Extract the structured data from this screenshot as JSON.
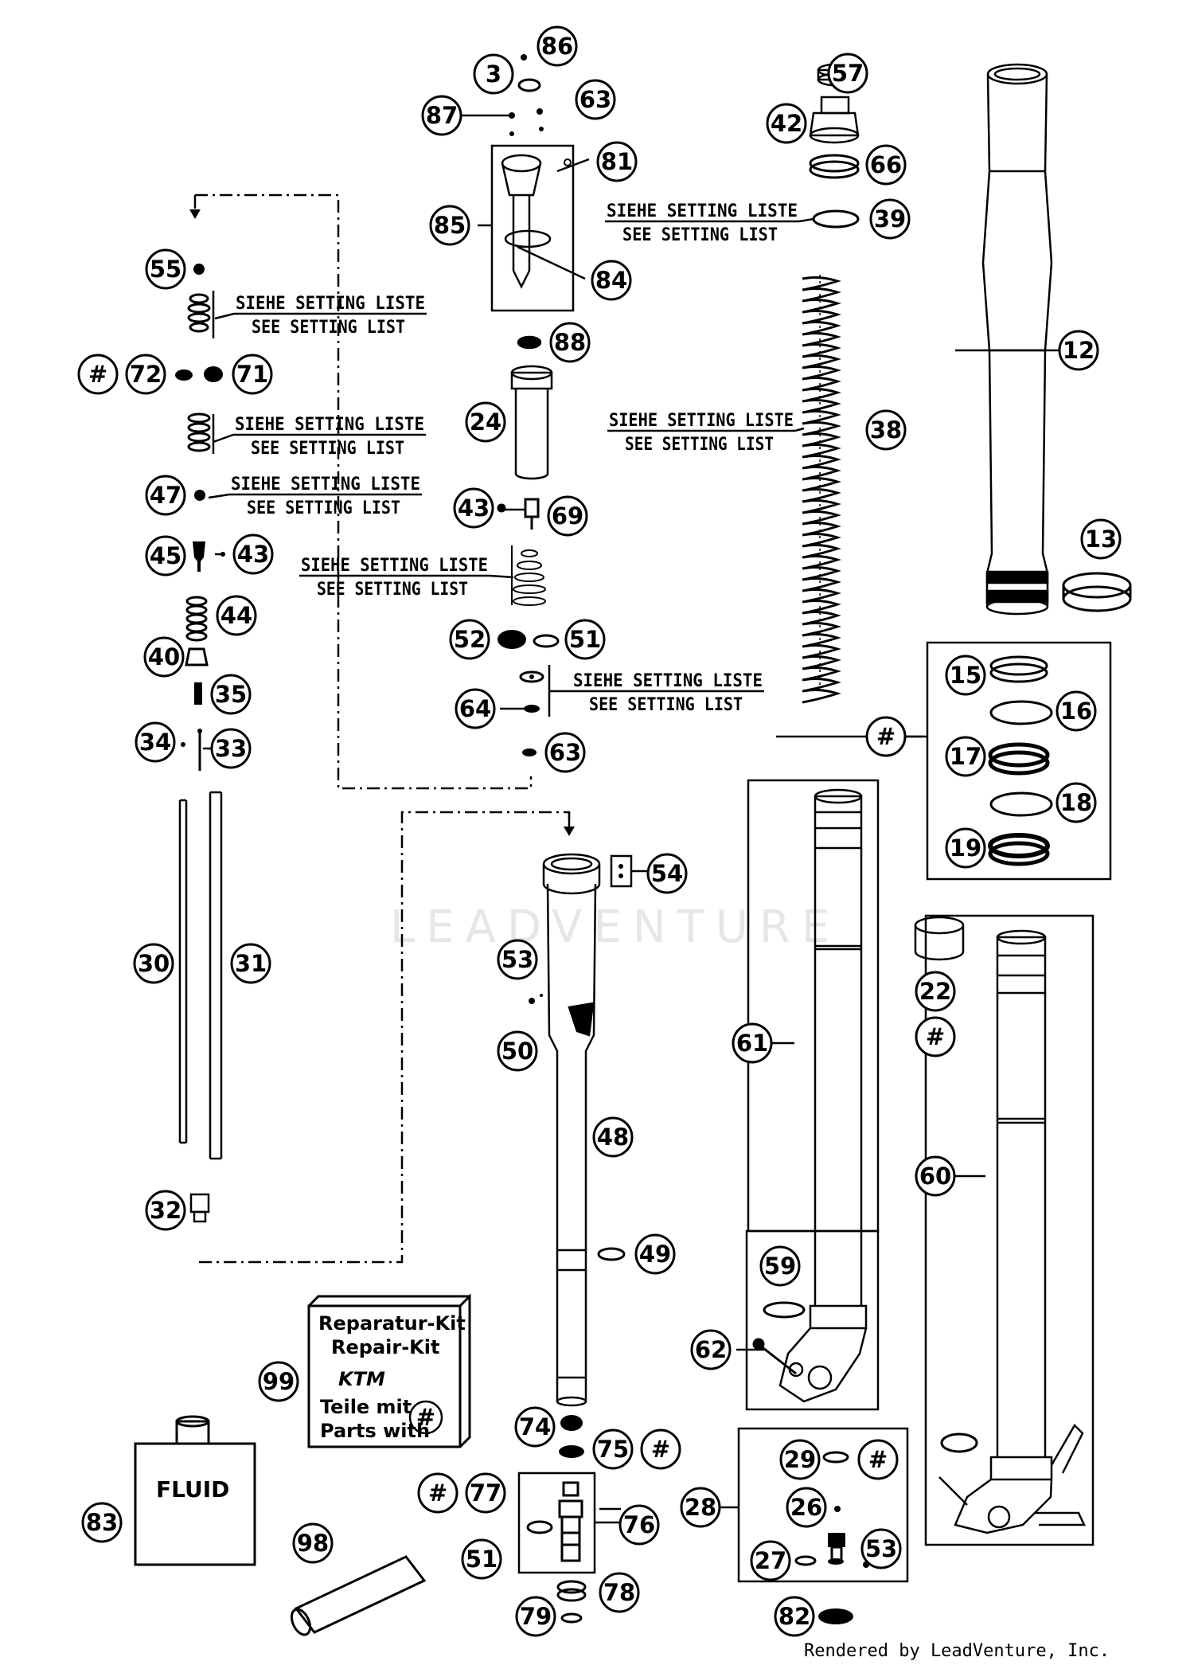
{
  "callouts": [
    {
      "id": "c86",
      "label": "86"
    },
    {
      "id": "c3",
      "label": "3"
    },
    {
      "id": "c63a",
      "label": "63"
    },
    {
      "id": "c87",
      "label": "87"
    },
    {
      "id": "c81",
      "label": "81"
    },
    {
      "id": "c85",
      "label": "85"
    },
    {
      "id": "c84",
      "label": "84"
    },
    {
      "id": "c88",
      "label": "88"
    },
    {
      "id": "c24",
      "label": "24"
    },
    {
      "id": "c43a",
      "label": "43"
    },
    {
      "id": "c69",
      "label": "69"
    },
    {
      "id": "c52",
      "label": "52"
    },
    {
      "id": "c51a",
      "label": "51"
    },
    {
      "id": "c64",
      "label": "64"
    },
    {
      "id": "c63b",
      "label": "63"
    },
    {
      "id": "c55",
      "label": "55"
    },
    {
      "id": "c72h",
      "label": "#"
    },
    {
      "id": "c72",
      "label": "72"
    },
    {
      "id": "c71",
      "label": "71"
    },
    {
      "id": "c47",
      "label": "47"
    },
    {
      "id": "c45",
      "label": "45"
    },
    {
      "id": "c43b",
      "label": "43"
    },
    {
      "id": "c44",
      "label": "44"
    },
    {
      "id": "c40",
      "label": "40"
    },
    {
      "id": "c35",
      "label": "35"
    },
    {
      "id": "c34",
      "label": "34"
    },
    {
      "id": "c33",
      "label": "33"
    },
    {
      "id": "c30",
      "label": "30"
    },
    {
      "id": "c31",
      "label": "31"
    },
    {
      "id": "c32",
      "label": "32"
    },
    {
      "id": "c57",
      "label": "57"
    },
    {
      "id": "c42",
      "label": "42"
    },
    {
      "id": "c66",
      "label": "66"
    },
    {
      "id": "c39",
      "label": "39"
    },
    {
      "id": "c38",
      "label": "38"
    },
    {
      "id": "c12",
      "label": "12"
    },
    {
      "id": "c13",
      "label": "13"
    },
    {
      "id": "c15",
      "label": "15"
    },
    {
      "id": "c16",
      "label": "16"
    },
    {
      "id": "c17",
      "label": "17"
    },
    {
      "id": "c18",
      "label": "18"
    },
    {
      "id": "c19",
      "label": "19"
    },
    {
      "id": "cKitHash",
      "label": "#"
    },
    {
      "id": "c54",
      "label": "54"
    },
    {
      "id": "c53a",
      "label": "53"
    },
    {
      "id": "c50",
      "label": "50"
    },
    {
      "id": "c48",
      "label": "48"
    },
    {
      "id": "c49",
      "label": "49"
    },
    {
      "id": "c61",
      "label": "61"
    },
    {
      "id": "c22",
      "label": "22"
    },
    {
      "id": "c22h",
      "label": "#"
    },
    {
      "id": "c60",
      "label": "60"
    },
    {
      "id": "c59",
      "label": "59"
    },
    {
      "id": "c62",
      "label": "62"
    },
    {
      "id": "c99",
      "label": "99"
    },
    {
      "id": "c74",
      "label": "74"
    },
    {
      "id": "c75",
      "label": "75"
    },
    {
      "id": "c75h",
      "label": "#"
    },
    {
      "id": "c77h",
      "label": "#"
    },
    {
      "id": "c77",
      "label": "77"
    },
    {
      "id": "c76",
      "label": "76"
    },
    {
      "id": "c51b",
      "label": "51"
    },
    {
      "id": "c78",
      "label": "78"
    },
    {
      "id": "c79",
      "label": "79"
    },
    {
      "id": "c83",
      "label": "83"
    },
    {
      "id": "c98",
      "label": "98"
    },
    {
      "id": "c28",
      "label": "28"
    },
    {
      "id": "c29",
      "label": "29"
    },
    {
      "id": "c29h",
      "label": "#"
    },
    {
      "id": "c26",
      "label": "26"
    },
    {
      "id": "c27",
      "label": "27"
    },
    {
      "id": "c53b",
      "label": "53"
    },
    {
      "id": "c82",
      "label": "82"
    }
  ],
  "setting_notes": [
    {
      "id": "n39",
      "de": "SIEHE SETTING LISTE",
      "en": "SEE SETTING LIST"
    },
    {
      "id": "n55",
      "de": "SIEHE SETTING LISTE",
      "en": "SEE SETTING LIST"
    },
    {
      "id": "n38",
      "de": "SIEHE SETTING LISTE",
      "en": "SEE SETTING LIST"
    },
    {
      "id": "nMid",
      "de": "SIEHE SETTING LISTE",
      "en": "SEE SETTING LIST"
    },
    {
      "id": "n47",
      "de": "SIEHE SETTING LISTE",
      "en": "SEE SETTING LIST"
    },
    {
      "id": "nValve",
      "de": "SIEHE SETTING LISTE",
      "en": "SEE SETTING LIST"
    },
    {
      "id": "n64",
      "de": "SIEHE SETTING LISTE",
      "en": "SEE SETTING LIST"
    }
  ],
  "repair_kit": {
    "line1": "Reparatur-Kit",
    "line2": "Repair-Kit",
    "brand": "KTM",
    "line3": "Teile mit",
    "line4": "Parts with",
    "hash": "#"
  },
  "fluid_label": "FLUID",
  "watermark": "LEADVENTURE",
  "credit": "Rendered by LeadVenture, Inc."
}
